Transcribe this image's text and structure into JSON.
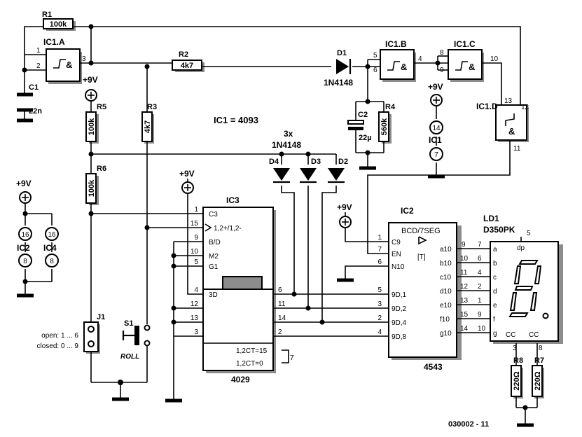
{
  "resistors": {
    "r1": {
      "ref": "R1",
      "value": "100k"
    },
    "r2": {
      "ref": "R2",
      "value": "4k7"
    },
    "r3": {
      "ref": "R3",
      "value": "4k7"
    },
    "r4": {
      "ref": "R4",
      "value": "560k"
    },
    "r5": {
      "ref": "R5",
      "value": "100k"
    },
    "r6": {
      "ref": "R6",
      "value": "100k"
    },
    "r7": {
      "ref": "R7",
      "value": "220Ω"
    },
    "r8": {
      "ref": "R8",
      "value": "220Ω"
    }
  },
  "capacitors": {
    "c1": {
      "ref": "C1",
      "value": "22n"
    },
    "c2": {
      "ref": "C2",
      "value": "22µ"
    }
  },
  "diodes": {
    "d1": {
      "ref": "D1",
      "type": "1N4148"
    },
    "d2": "D2",
    "d3": "D3",
    "d4": "D4",
    "group_count": "3x",
    "group_type": "1N4148"
  },
  "gates": {
    "ic1a": {
      "ref": "IC1.A",
      "pins": [
        "1",
        "2",
        "3"
      ]
    },
    "ic1b": {
      "ref": "IC1.B",
      "pins": [
        "5",
        "6",
        "4"
      ]
    },
    "ic1c": {
      "ref": "IC1.C",
      "pins": [
        "8",
        "9",
        "10"
      ]
    },
    "ic1d": {
      "ref": "IC1.D",
      "pins": [
        "13",
        "12",
        "11"
      ]
    },
    "symbol": "&"
  },
  "ic1_note": "IC1 = 4093",
  "supply": {
    "v9": "+9V",
    "ic1_pin14": "14",
    "ic1_pin7": "7",
    "ic1_label": "IC1",
    "ic2_pin16": "16",
    "ic2_pin8": "8",
    "ic2_label": "IC2",
    "ic4_pin16": "16",
    "ic4_pin8": "8",
    "ic4_label": "IC4"
  },
  "ic3": {
    "ref": "IC3",
    "part": "4029",
    "left_pins": [
      "1",
      "15",
      "9",
      "10",
      "5",
      "4",
      "12",
      "13",
      "3"
    ],
    "left_labels": [
      "C3",
      "1,2+/1,2-",
      "B/D",
      "M2",
      "G1",
      "3D"
    ],
    "right_pins": [
      "6",
      "11",
      "14",
      "2"
    ],
    "ct15": "1,2CT=15",
    "ct0": "1,2CT=0",
    "pin7": "7"
  },
  "ic2": {
    "ref": "IC2",
    "part": "4543",
    "func": "BCD/7SEG",
    "t_label": "[T]",
    "left_pins": [
      "1",
      "7",
      "6",
      "5",
      "3",
      "2",
      "4"
    ],
    "left_labels": [
      "C9",
      "EN",
      "N10",
      "9D,1",
      "9D,2",
      "9D,4",
      "9D,8"
    ],
    "right_labels": [
      "a10",
      "b10",
      "c10",
      "d10",
      "e10",
      "f10",
      "g10"
    ],
    "right_pins": [
      "9",
      "10",
      "11",
      "12",
      "13",
      "15",
      "14"
    ]
  },
  "ld1": {
    "ref": "LD1",
    "part": "D350PK",
    "pin_dp": "5",
    "dp": "dp",
    "pins": [
      "7",
      "6",
      "4",
      "2",
      "1",
      "9",
      "10"
    ],
    "segments": [
      "a",
      "b",
      "c",
      "d",
      "e",
      "f",
      "g"
    ],
    "cc": "CC",
    "pin3": "3",
    "pin8": "8"
  },
  "j1": {
    "ref": "J1",
    "open_text": "open: 1 ... 6",
    "closed_text": "closed: 0 ... 9"
  },
  "s1": {
    "ref": "S1",
    "label": "ROLL"
  },
  "figure_code": "030002 - 11"
}
